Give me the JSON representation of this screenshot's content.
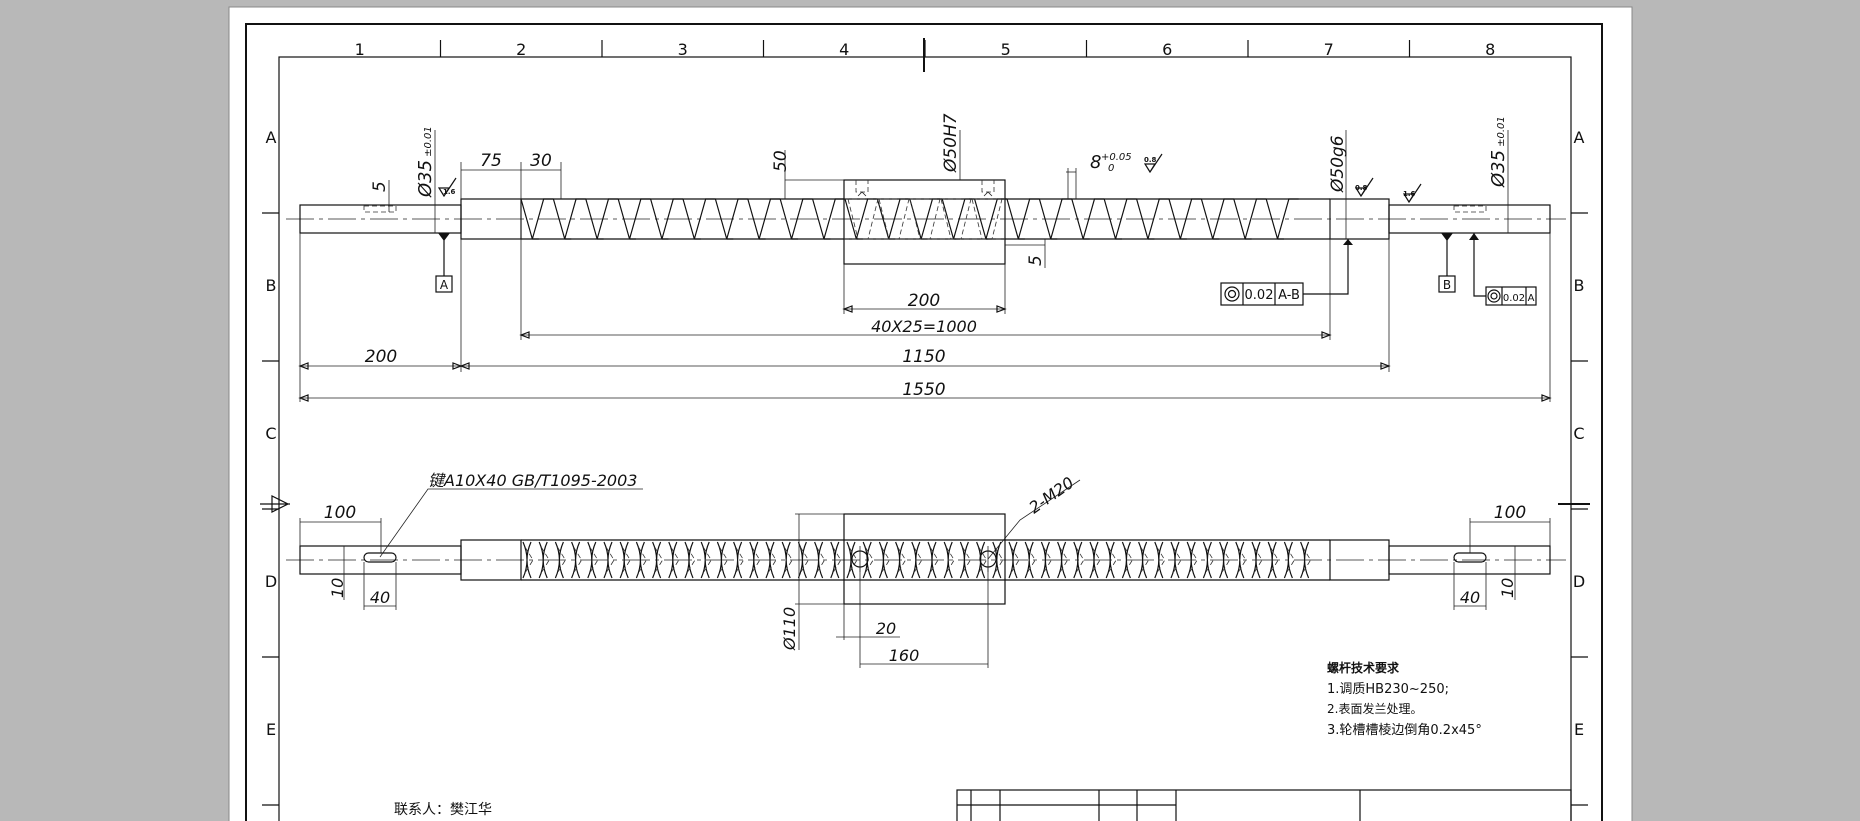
{
  "frame": {
    "columns": [
      "1",
      "2",
      "3",
      "4",
      "5",
      "6",
      "7",
      "8"
    ],
    "rows": [
      "A",
      "B",
      "C",
      "D",
      "E"
    ]
  },
  "top_view": {
    "dims": {
      "d_end_left": "Ø35",
      "d_end_left_tol": "±0.01",
      "d_end_right": "Ø35",
      "d_end_right_tol": "±0.01",
      "d_50g6": "Ø50g6",
      "d_50h7": "Ø50H7",
      "pitch": "8",
      "pitch_tol_up": "+0.05",
      "pitch_tol_low": "0",
      "w75": "75",
      "w30": "30",
      "h50": "50",
      "h5_left": "5",
      "h5_mid": "5",
      "nut_len": "200",
      "thread_len": "40X25=1000",
      "left_len": "200",
      "shaft_len": "1150",
      "total_len": "1550"
    },
    "roughness": [
      "1.6",
      "0.8",
      "0.8",
      "1.6"
    ],
    "datum_a": "A",
    "datum_b": "B",
    "tol_ab_value": "0.02",
    "tol_ab_ref": "A-B",
    "tol_a_value": "0.02",
    "tol_a_ref": "A"
  },
  "bottom_view": {
    "key_note": "键A10X40  GB/T1095-2003",
    "holes_note": "2-M20",
    "dims": {
      "left_100": "100",
      "left_10": "10",
      "left_40": "40",
      "d110": "Ø110",
      "w20": "20",
      "w160": "160",
      "right_100": "100",
      "right_40": "40",
      "right_10": "10"
    }
  },
  "notes": {
    "title": "螺杆技术要求",
    "items": [
      "1.调质HB230~250;",
      "2.表面发兰处理。",
      "3.轮槽槽棱边倒角0.2x45°"
    ]
  },
  "contact": "联系人：樊江华"
}
